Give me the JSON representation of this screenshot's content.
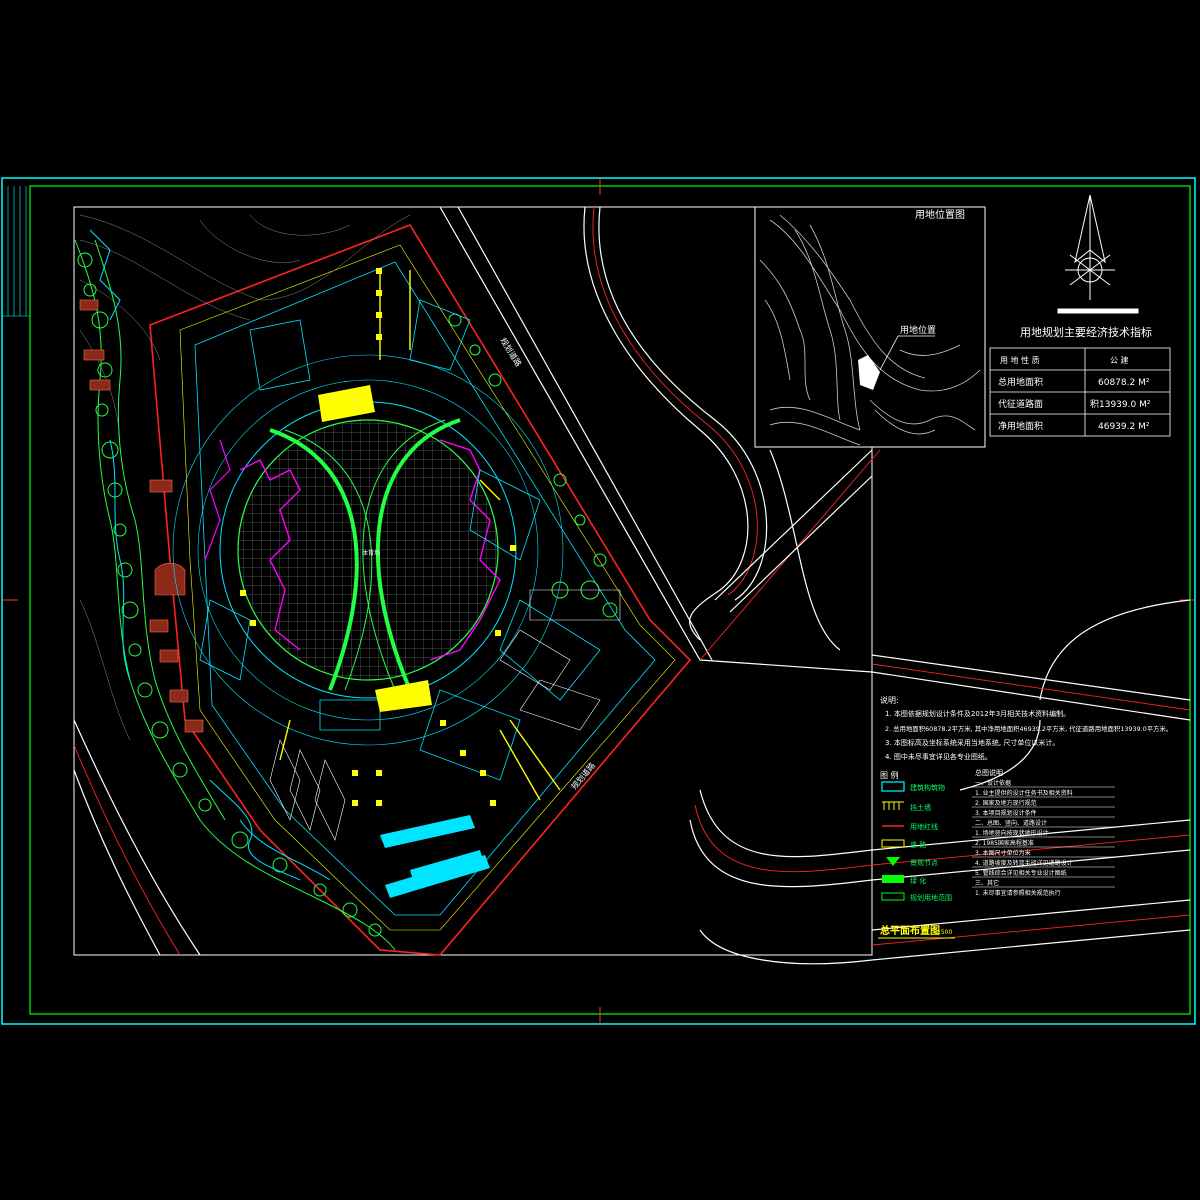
{
  "drawing": {
    "title": "总平面布置图",
    "scale_note": "1:500"
  },
  "location_map": {
    "title": "用地位置图",
    "pointer_label": "用地位置"
  },
  "economic_table": {
    "title": "用地规划主要经济技术指标",
    "header": [
      "用 地 性 质",
      "公 建"
    ],
    "rows": [
      {
        "label": "总用地面积",
        "value": "60878.2 M²"
      },
      {
        "label": "代征道路面",
        "value": "积13939.0 M²"
      },
      {
        "label": "净用地面积",
        "value": "46939.2 M²"
      }
    ]
  },
  "notes": {
    "heading": "说明:",
    "items": [
      "1. 本图依据规划设计条件及2012年3月相关技术资料编制。",
      "2. 总用地面积60878.2平方米, 其中净用地面积46939.2平方米, 代征道路用地面积13939.0平方米。",
      "3. 本图标高及坐标系统采用当地系统, 尺寸单位以米计。",
      "4. 图中未尽事宜详见各专业图纸。"
    ]
  },
  "legend": {
    "heading": "图 例",
    "items": [
      "建筑构筑物",
      "挡土墙",
      "用地红线",
      "道 路",
      "景观节点",
      "绿 化",
      "规划用地范围"
    ],
    "colors": [
      "#00ffff",
      "#ffff00",
      "#ff0000",
      "#ffff00",
      "#00ff00",
      "#00ff00",
      "#00ff00"
    ]
  },
  "design_notes": {
    "heading": "总图说明",
    "items": [
      "一、设计依据",
      "1. 业主提供的设计任务书及相关资料",
      "2. 国家及地方现行规范",
      "3. 本项目规划设计条件",
      "二、总图、竖向、道路设计",
      "1. 场地竖向按现状地形设计",
      "2. 1985国家高程基准",
      "3. 本图尺寸单位为米",
      "4. 道路坡度及转弯半径详见道路设计",
      "5. 管线综合详见相关专业设计图纸",
      "三、其它",
      "1. 未尽事宜请参照相关规范执行"
    ]
  },
  "site_labels": {
    "road_east": "规划道路",
    "road_south": "规划道路",
    "center_label": "体育场"
  },
  "colors": {
    "frame": "#00ffff",
    "inner_frame": "#00ff00",
    "red_line": "#ff2222",
    "cyan": "#00e5ff",
    "green": "#22ff44",
    "magenta": "#ff00ff",
    "yellow": "#ffff00",
    "white": "#ffffff"
  }
}
